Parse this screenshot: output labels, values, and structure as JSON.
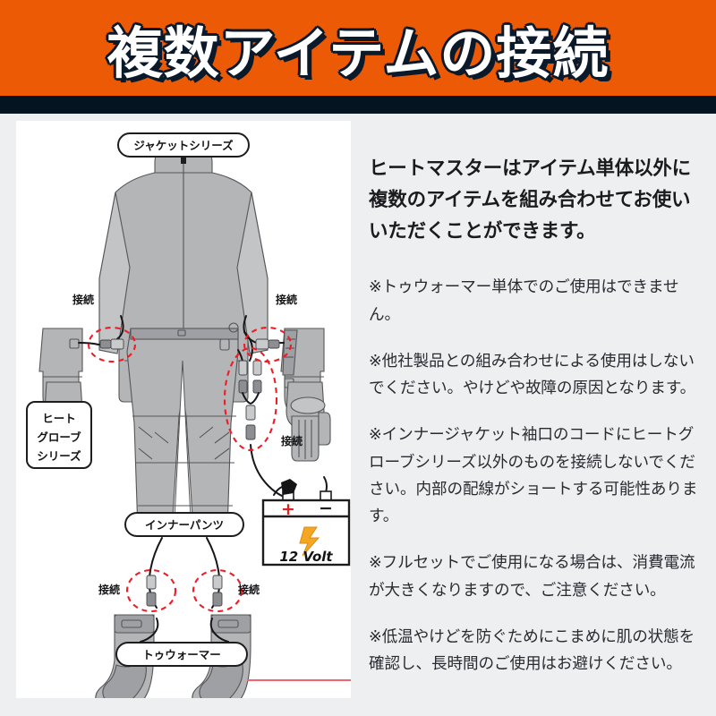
{
  "header": {
    "title": "複数アイテムの接続",
    "bg_color": "#ec5a06",
    "rule_color": "#051421",
    "text_color": "#ffffff",
    "outline_color": "#0b1a2a"
  },
  "diagram": {
    "labels": {
      "jacket_series": "ジャケットシリーズ",
      "glove_series_line1": "ヒート",
      "glove_series_line2": "グローブ",
      "glove_series_line3": "シリーズ",
      "inner_pants": "インナーパンツ",
      "toe_warmer": "トゥウォーマー"
    },
    "connection_labels": [
      {
        "id": "connect-left-cuff",
        "text": "接続"
      },
      {
        "id": "connect-right-cuff",
        "text": "接続"
      },
      {
        "id": "connect-pants-splitter",
        "text": "接続"
      },
      {
        "id": "connect-left-toe",
        "text": "接続"
      },
      {
        "id": "connect-right-toe",
        "text": "接続"
      }
    ],
    "battery": {
      "voltage_label": "12 Volt",
      "positive_terminal": "+",
      "negative_terminal": "−",
      "bolt_color": "#f5a623",
      "plus_color": "#e02020"
    },
    "colors": {
      "panel_bg": "#ffffff",
      "garment_fill": "#b4b5b7",
      "garment_fill_dark": "#9d9ea1",
      "garment_stroke": "#4b4b4f",
      "highlight_dash": "#ee1c25",
      "cable": "#1f1f22"
    }
  },
  "text_column": {
    "intro": "ヒートマスターはアイテム単体以外に複数のアイテムを組み合わせてお使いいただくことができます。",
    "notes": [
      "※トゥウォーマー単体でのご使用はできません。",
      "※他社製品との組み合わせによる使用はしないでください。やけどや故障の原因となります。",
      "※インナージャケット袖口のコードにヒートグローブシリーズ以外のものを接続しないでください。内部の配線がショートする可能性あります。",
      "※フルセットでご使用になる場合は、消費電流が大きくなりますので、ご注意ください。",
      "※低温やけどを防ぐためにこまめに肌の状態を確認し、長時間のご使用はお避けください。"
    ]
  }
}
